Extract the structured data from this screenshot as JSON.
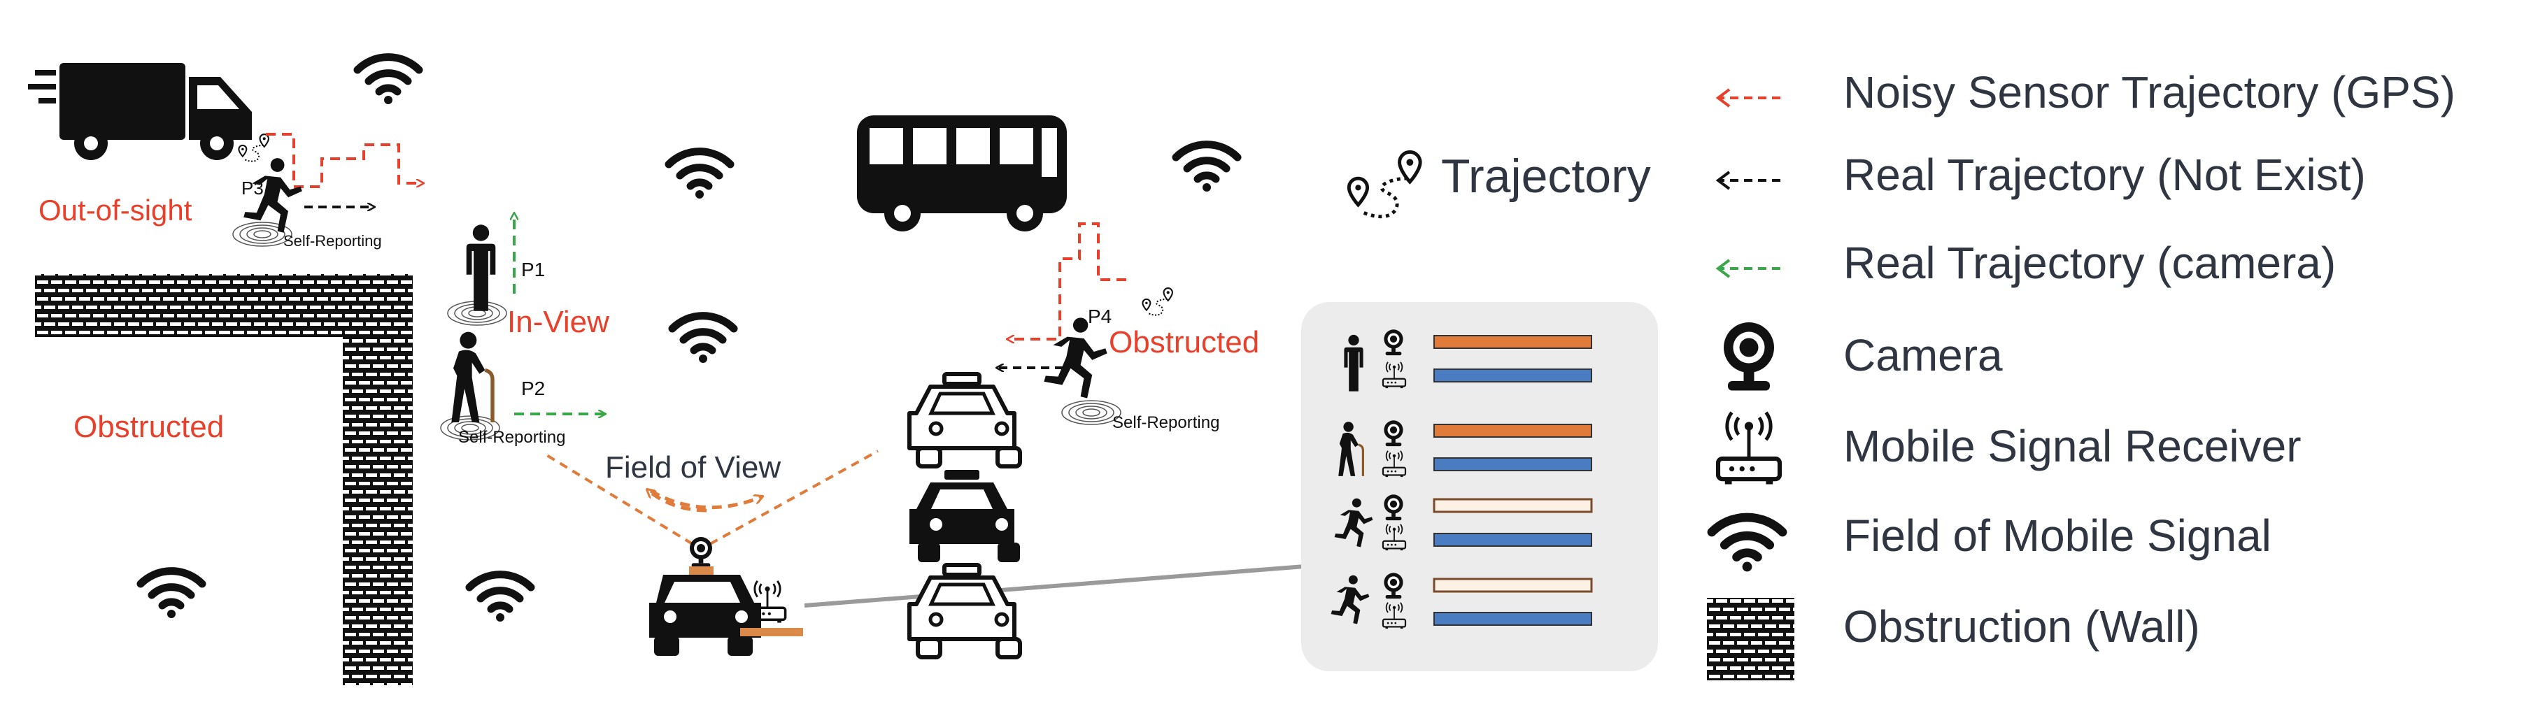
{
  "colors": {
    "red": "#e8402b",
    "green": "#3aa64a",
    "black": "#111111",
    "orange": "#e07b39",
    "blue": "#4a7cc2",
    "panel": "#ececec",
    "text": "#2f3541"
  },
  "scene": {
    "labels": {
      "out_of_sight": "Out-of-sight",
      "in_view": "In-View",
      "obstructed_left": "Obstructed",
      "obstructed_right": "Obstructed",
      "field_of_view": "Field of View",
      "trajectory": "Trajectory"
    },
    "persons": {
      "p1": "P1",
      "p2": "P2",
      "p3": "P3",
      "p4": "P4"
    },
    "self_reporting": "Self-Reporting"
  },
  "panel": {
    "rows": [
      {
        "person": "standing-person",
        "bars": [
          "camera",
          "mobile"
        ],
        "camera_bar": "filled"
      },
      {
        "person": "elder-with-cane",
        "bars": [
          "camera",
          "mobile"
        ],
        "camera_bar": "filled"
      },
      {
        "person": "running-person",
        "bars": [
          "camera",
          "mobile"
        ],
        "camera_bar": "empty"
      },
      {
        "person": "running-person",
        "bars": [
          "camera",
          "mobile"
        ],
        "camera_bar": "empty"
      }
    ]
  },
  "legend": {
    "items": [
      {
        "icon": "red-dashed-arrow",
        "label": "Noisy Sensor Trajectory (GPS)"
      },
      {
        "icon": "black-dashed-arrow",
        "label": "Real Trajectory (Not Exist)"
      },
      {
        "icon": "green-dashed-arrow",
        "label": "Real Trajectory (camera)"
      },
      {
        "icon": "camera-icon",
        "label": "Camera"
      },
      {
        "icon": "mobile-signal-receiver-icon",
        "label": "Mobile Signal Receiver"
      },
      {
        "icon": "wifi-icon",
        "label": "Field of Mobile Signal"
      },
      {
        "icon": "wall-icon",
        "label": "Obstruction (Wall)"
      }
    ]
  }
}
